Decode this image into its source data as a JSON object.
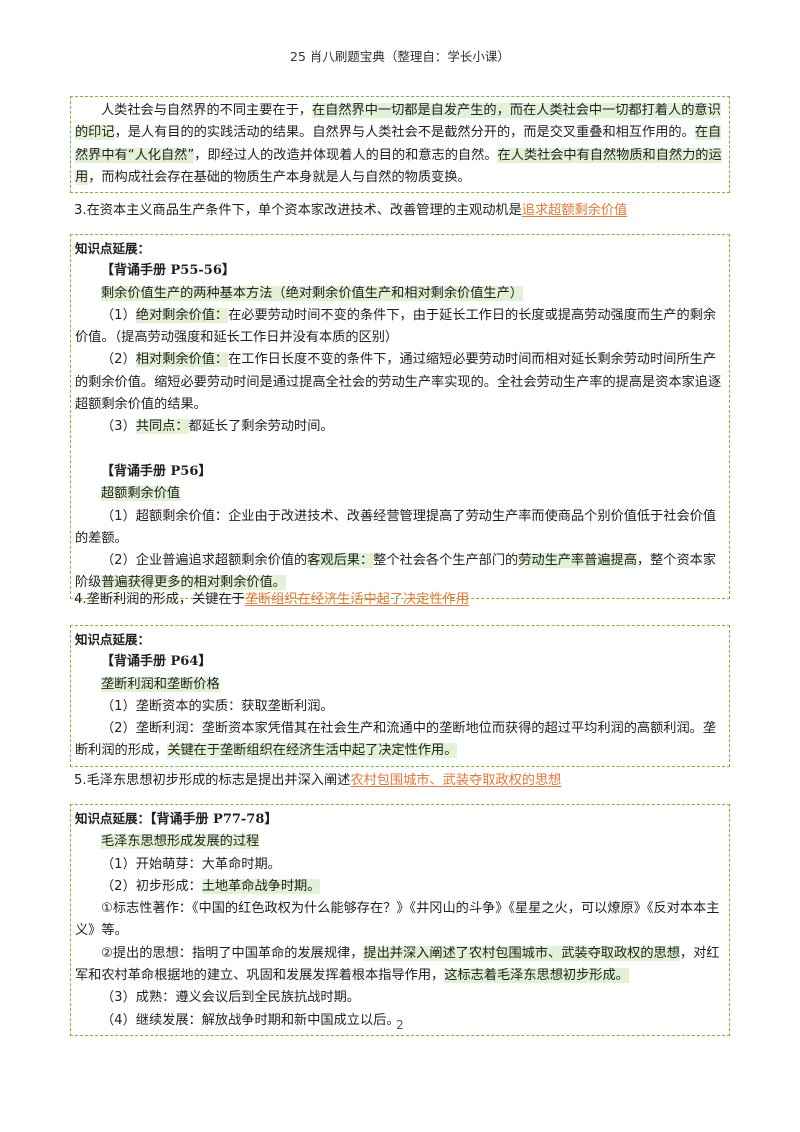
{
  "header": "25 肖八刷题宝典（整理自：学长小课）",
  "page_number": "2",
  "box1": {
    "l1_a": "人类社会与自然界的不同主要在于，",
    "l1_b": "在自然界中一切都是自发产生的，而在人类社会中一切都打着人的意识的印记",
    "l1_c": "，是人有目的的实践活动的结果。自然界与人类社会不是截然分开的，而是交叉重叠和相互作用的。",
    "l1_d": "在自然界中有“人化自然”",
    "l1_e": "，即经过人的改造并体现着人的目的和意志的自然。",
    "l1_f": "在人类社会中有自然物质和自然力的运用",
    "l1_g": "，而构成社会存在基础的物质生产本身就是人与自然的物质变换。"
  },
  "q3": {
    "text": "3.在资本主义商品生产条件下，单个资本家改进技术、改善管理的主观动机是",
    "answer": "追求超额剩余价值"
  },
  "box2": {
    "tag": "知识点延展：",
    "book1": "【背诵手册 P55-56】",
    "title1": "剩余价值生产的两种基本方法（绝对剩余价值生产和相对剩余价值生产）",
    "i1_num": "（1）",
    "i1_term": "绝对剩余价值：",
    "i1_text": "在必要劳动时间不变的条件下，由于延长工作日的长度或提高劳动强度而生产的剩余价值。（提高劳动强度和延长工作日并没有本质的区别）",
    "i2_num": "（2）",
    "i2_term": "相对剩余价值：",
    "i2_text": "在工作日长度不变的条件下，通过缩短必要劳动时间而相对延长剩余劳动时间所生产的剩余价值。缩短必要劳动时间是通过提高全社会的劳动生产率实现的。全社会劳动生产率的提高是资本家追逐超额剩余价值的结果。",
    "i3_num": "（3）",
    "i3_term": "共同点：",
    "i3_text": "都延长了剩余劳动时间。",
    "book2": "【背诵手册 P56】",
    "title2": "超额剩余价值",
    "j1": "（1）超额剩余价值：企业由于改进技术、改善经营管理提高了劳动生产率而使商品个别价值低于社会价值的差额。",
    "j2_a": "（2）企业普遍追求超额剩余价值的",
    "j2_b": "客观后果：",
    "j2_c": "整个社会各个生产部门的",
    "j2_d": "劳动生产率普遍提高",
    "j2_e": "，整个资本家阶级",
    "j2_f": "普遍获得更多的相对剩余价值。"
  },
  "q4": {
    "text": "4.垄断利润的形成，关键在于",
    "answer": "垄断组织在经济生活中起了决定性作用"
  },
  "box3": {
    "tag": "知识点延展：",
    "book": "【背诵手册 P64】",
    "title": "垄断利润和垄断价格",
    "k1": "（1）垄断资本的实质：获取垄断利润。",
    "k2_a": "（2）垄断利润：垄断资本家凭借其在社会生产和流通中的垄断地位而获得的超过平均利润的高额利润。垄断利润的形成，",
    "k2_b": "关键在于垄断组织在经济生活中起了决定性作用。"
  },
  "q5": {
    "text": "5.毛泽东思想初步形成的标志是提出并深入阐述",
    "answer": "农村包围城市、武装夺取政权的思想"
  },
  "box4": {
    "tag": "知识点延展：",
    "book": "【背诵手册 P77-78】",
    "title": "毛泽东思想形成发展的过程",
    "m1": "（1）开始萌芽：大革命时期。",
    "m2_a": "（2）初步形成：",
    "m2_b": "土地革命战争时期。",
    "m3": "①标志性著作：《中国的红色政权为什么能够存在？》《井冈山的斗争》《星星之火，可以燎原》《反对本本主义》等。",
    "m4_a": "②提出的思想：指明了中国革命的发展规律，",
    "m4_b": "提出并深入阐述了农村包围城市、武装夺取政权的思想",
    "m4_c": "，对红军和农村革命根据地的建立、巩固和发展发挥着根本指导作用，",
    "m4_d": "这标志着毛泽东思想初步形成。",
    "m5": "（3）成熟：遵义会议后到全民族抗战时期。",
    "m6": "（4）继续发展：解放战争时期和新中国成立以后。"
  }
}
